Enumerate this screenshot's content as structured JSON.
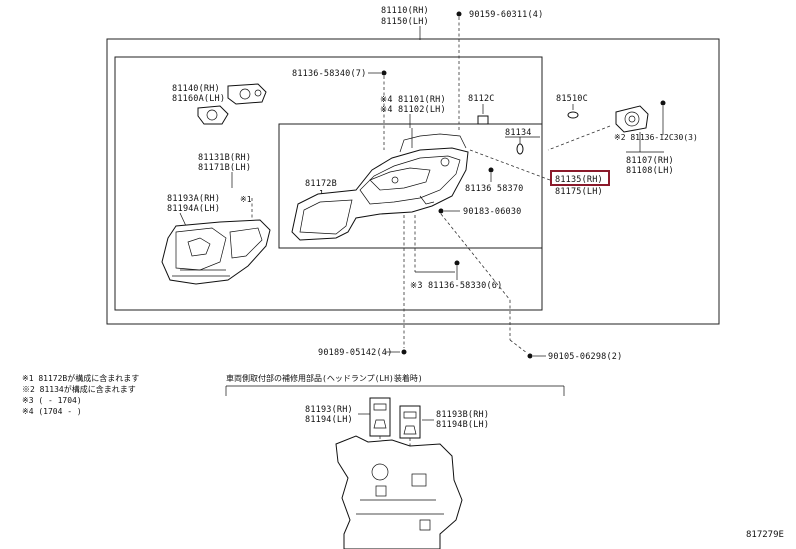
{
  "labels": {
    "top_rh": "81110(RH)",
    "top_lh": "81150(LH)",
    "bolt_top": "90159-60311(4)",
    "bracket_a_rh": "81140(RH)",
    "bracket_a_lh": "81160A(LH)",
    "screw_a": "81136-58340(7)",
    "housing_rh": "※4 81101(RH)",
    "housing_lh": "※4 81102(LH)",
    "part_81112c": "8112C",
    "part_81510c": "81510C",
    "part_81134": "81134",
    "note2_screw": "※2  81136-12C30(3)",
    "cover_rh": "81107(RH)",
    "cover_lh": "81108(LH)",
    "lens_rh": "81131B(RH)",
    "lens_lh": "81171B(LH)",
    "part_81172b": "81172B",
    "note1_mark": "※1",
    "callout_1": "1",
    "screw_b": "81136  58370",
    "target_rh": "81135(RH)",
    "target_lh": "81175(LH)",
    "gasket_rh": "81193A(RH)",
    "gasket_lh": "81194A(LH)",
    "note1_mark_b": "※1",
    "bolt_mid": "90183-06030",
    "screw_c": "※3 81136-58330(6)",
    "bolt_bottom_a": "90189-05142(4)",
    "bolt_bottom_b": "90105-06298(2)",
    "inset_rh_a": "81193(RH)",
    "inset_lh_a": "81194(LH)",
    "inset_rh_b": "81193B(RH)",
    "inset_lh_b": "81194B(LH)",
    "figure_id": "817279E"
  },
  "notes": [
    "※1 81172Bが構成に含まれます",
    "※2 81134が構成に含まれます",
    "※3 (       - 1704)",
    "※4 (1704 -       )"
  ],
  "inset_title": "車両側取付部の補修用部品(ヘッドランプ(LH)装着時)",
  "highlight_color": "#8b1a2b"
}
